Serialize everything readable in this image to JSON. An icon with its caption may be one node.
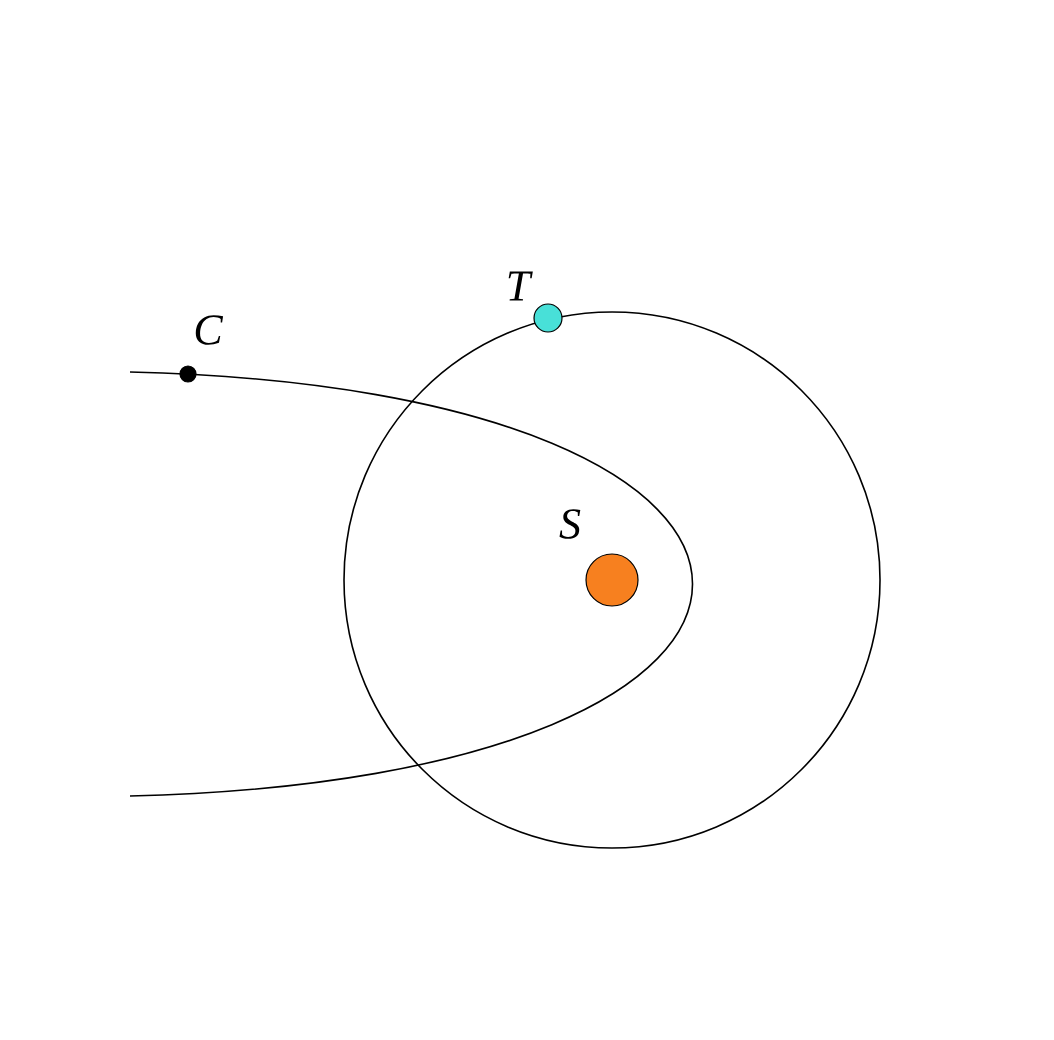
{
  "diagram": {
    "nodes": [
      {
        "text": [],
        "shape": "circle",
        "beside": [
          "C"
        ]
      },
      {
        "text": [],
        "shape": "circle",
        "beside": [
          "T"
        ]
      },
      {
        "text": [],
        "shape": "circle",
        "beside": [
          "S"
        ]
      }
    ]
  }
}
